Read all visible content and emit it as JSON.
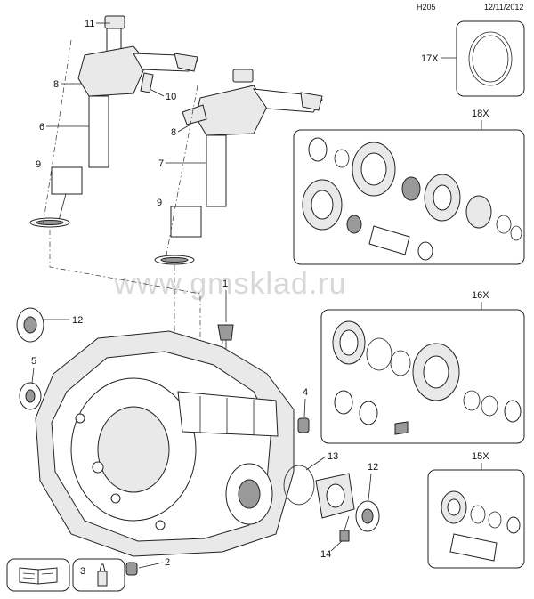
{
  "header": {
    "code": "H205",
    "date": "12/11/2012"
  },
  "watermark": "www.gmsklad.ru",
  "callouts": {
    "c11": "11",
    "c8a": "8",
    "c6": "6",
    "c9a": "9",
    "c10": "10",
    "c8b": "8",
    "c7": "7",
    "c9b": "9",
    "c1": "1",
    "c12a": "12",
    "c5": "5",
    "c4": "4",
    "c13": "13",
    "c12b": "12",
    "c14": "14",
    "c2": "2",
    "c3": "3"
  },
  "kits": {
    "k17": "17X",
    "k18": "18X",
    "k16": "16X",
    "k15": "15X"
  }
}
